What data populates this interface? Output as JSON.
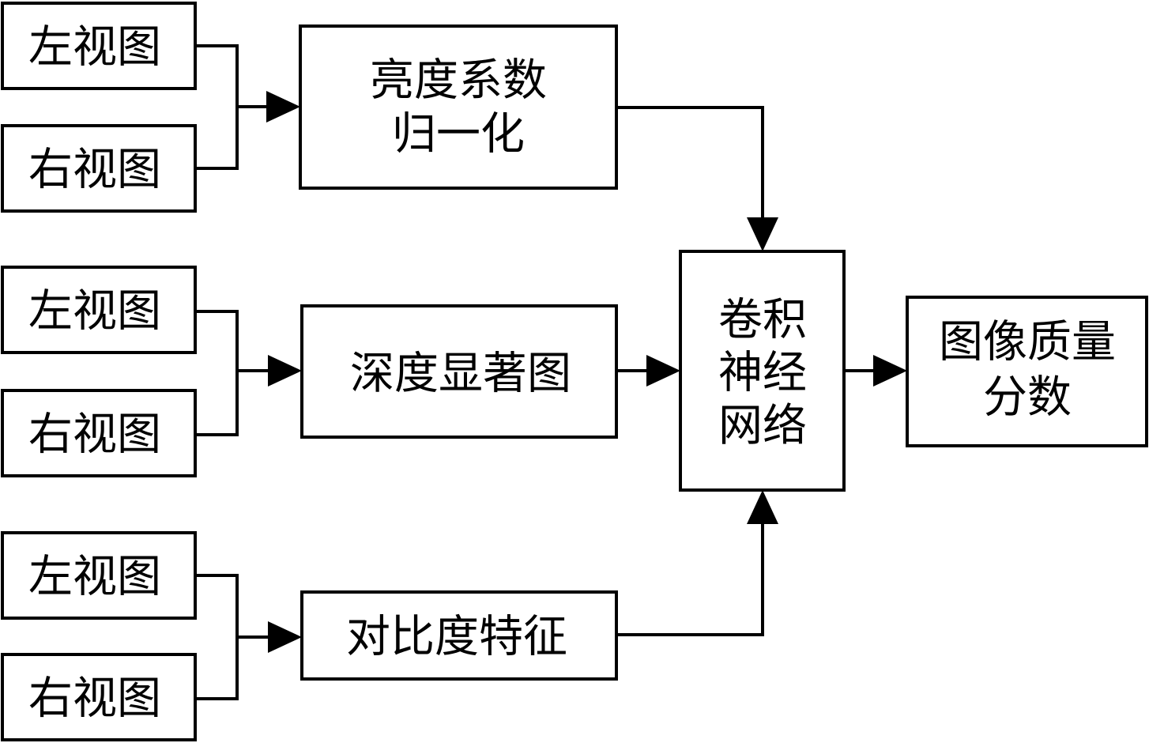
{
  "inputs": {
    "group1": {
      "left_view": "左视图",
      "right_view": "右视图"
    },
    "group2": {
      "left_view": "左视图",
      "right_view": "右视图"
    },
    "group3": {
      "left_view": "左视图",
      "right_view": "右视图"
    }
  },
  "processing": {
    "luminance": [
      "亮度系数",
      "归一化"
    ],
    "depth_saliency": "深度显著图",
    "contrast_feature": "对比度特征"
  },
  "network": [
    "卷积",
    "神经",
    "网络"
  ],
  "output": [
    "图像质量",
    "分数"
  ]
}
